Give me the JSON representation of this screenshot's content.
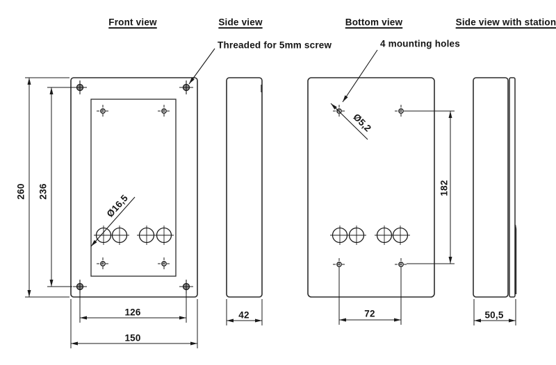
{
  "drawing": {
    "titles": {
      "front": "Front view",
      "side": "Side view",
      "bottom": "Bottom view",
      "station": "Side view with station"
    },
    "annotations": {
      "threaded": "Threaded for 5mm screw",
      "mounting": "4 mounting holes",
      "front_hole_dia": "Ø16,5",
      "bottom_hole_dia": "Ø5,2"
    },
    "dimensions": {
      "front_height": "260",
      "front_screw_span_v": "236",
      "front_screw_span_h": "126",
      "front_width": "150",
      "side_depth": "42",
      "bottom_hole_span_h": "72",
      "bottom_hole_span_v": "182",
      "station_depth": "50,5"
    },
    "line_color": "#1a1a1a"
  }
}
